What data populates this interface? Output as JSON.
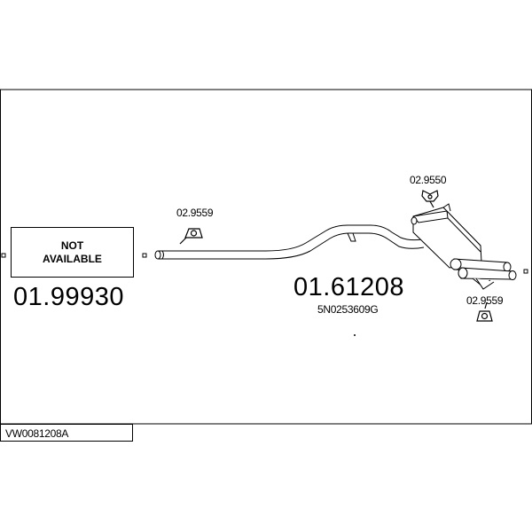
{
  "not_available_box": {
    "line1": "NOT",
    "line2": "AVAILABLE"
  },
  "parts": {
    "front_pipe": {
      "number": "01.99930"
    },
    "rear_section": {
      "number": "01.61208",
      "oem": "5N0253609G"
    },
    "hanger_front": {
      "number": "02.9559"
    },
    "hanger_top": {
      "number": "02.9550"
    },
    "hanger_rear": {
      "number": "02.9559"
    }
  },
  "drawing_code": "VW0081208A"
}
